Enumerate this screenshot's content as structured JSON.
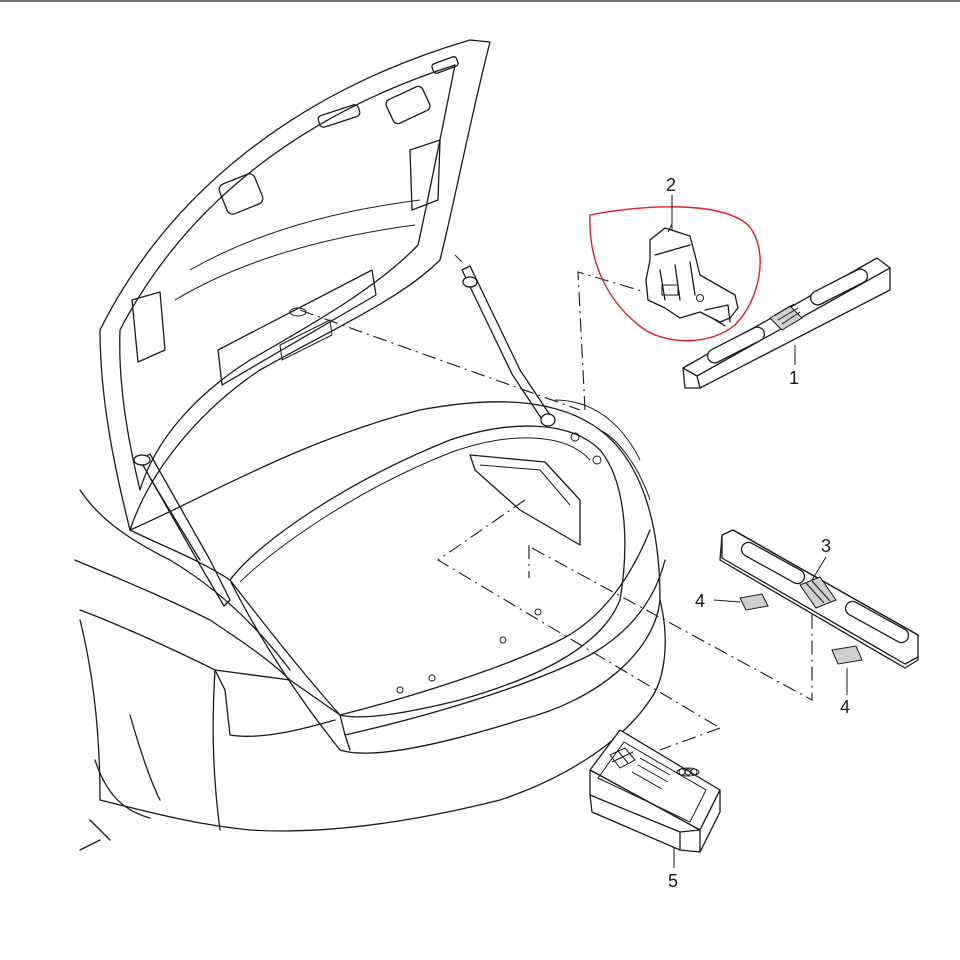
{
  "diagram": {
    "callouts": [
      {
        "id": "c1",
        "label": "1"
      },
      {
        "id": "c2",
        "label": "2"
      },
      {
        "id": "c3",
        "label": "3"
      },
      {
        "id": "c4a",
        "label": "4"
      },
      {
        "id": "c4b",
        "label": "4"
      },
      {
        "id": "c5",
        "label": "5"
      }
    ],
    "highlight_color": "#e02020",
    "line_color": "#1a1a1a"
  }
}
